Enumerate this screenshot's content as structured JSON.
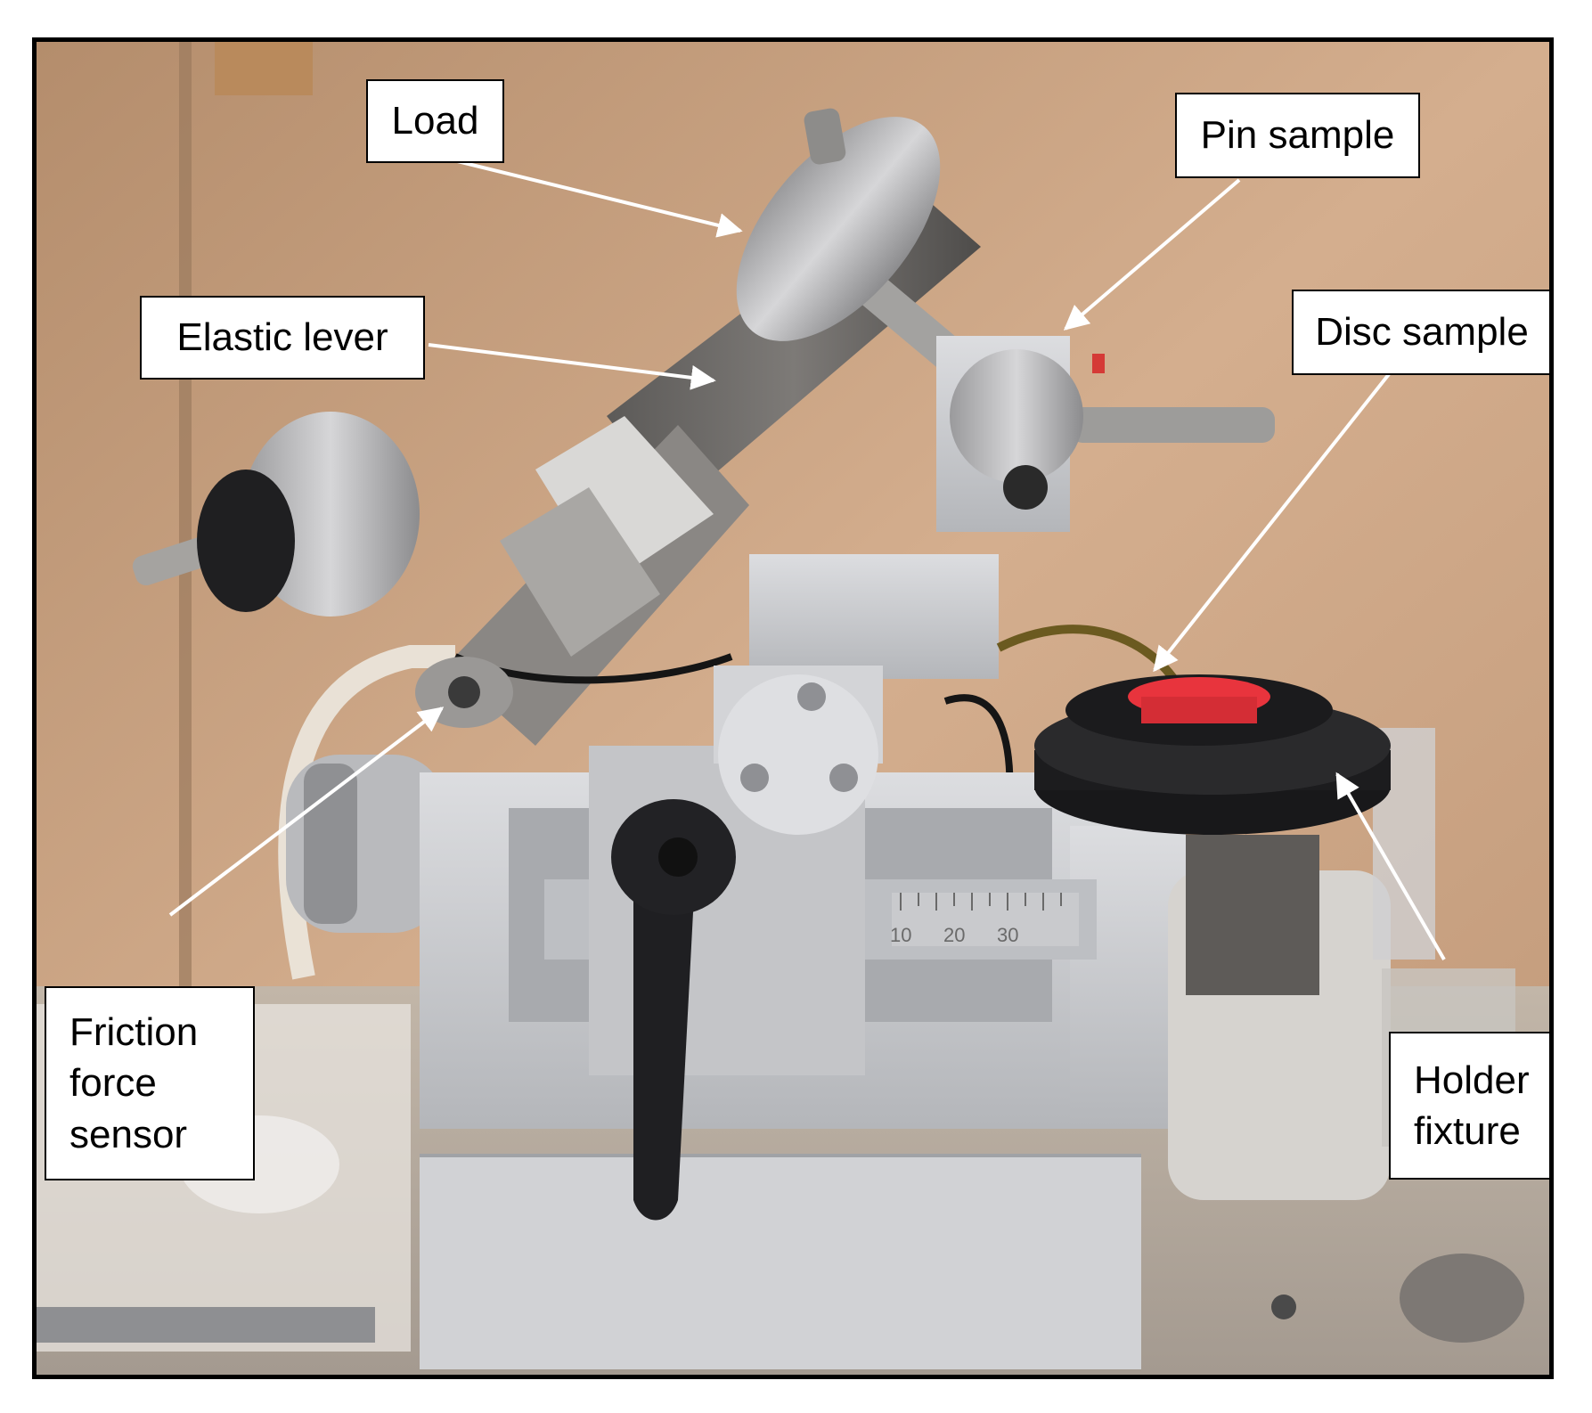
{
  "colors": {
    "background_wall": "#c9a384",
    "metal_light": "#c8c9cc",
    "metal_dark": "#6b6866",
    "knob_black": "#1c1c1e",
    "disc_red": "#e8343d",
    "frame_border": "#000000",
    "label_fill": "#ffffff",
    "arrow_white": "#ffffff"
  },
  "labels": {
    "load": "Load",
    "pin_sample": "Pin sample",
    "elastic_lever": "Elastic lever",
    "disc_sample": "Disc sample",
    "friction": [
      "Friction",
      "force",
      "sensor"
    ],
    "holder": [
      "Holder",
      "fixture"
    ]
  },
  "scale_text": {
    "tick_10": "10",
    "tick_20": "20",
    "tick_30": "30"
  }
}
